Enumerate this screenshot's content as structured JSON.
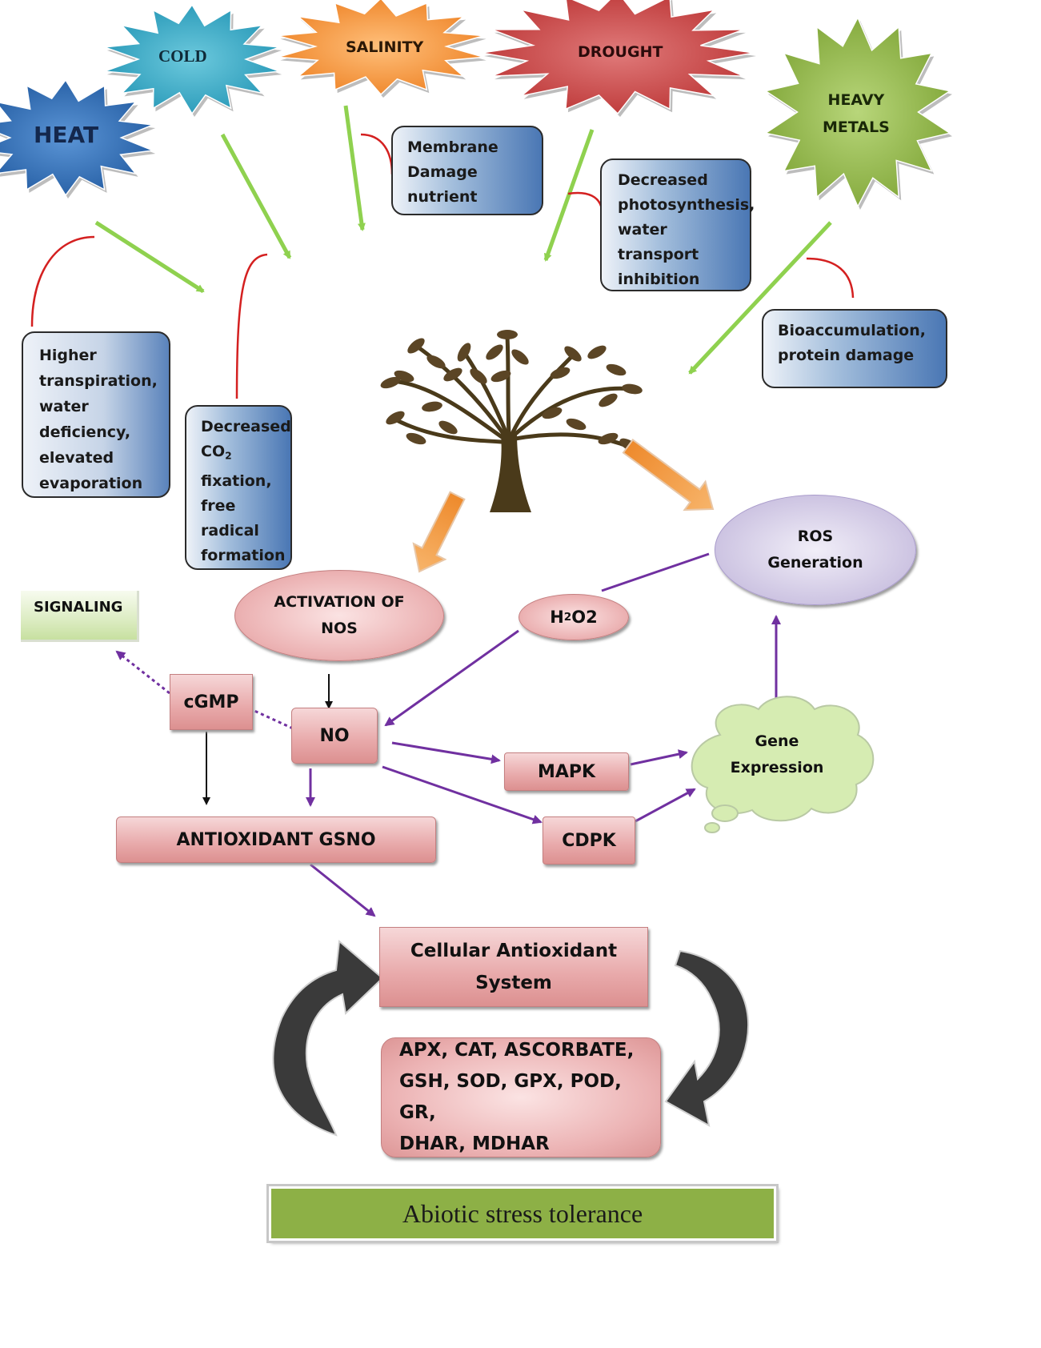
{
  "stressors": {
    "heat": "HEAT",
    "cold": "COLD",
    "salinity": "SALINITY",
    "drought": "DROUGHT",
    "heavy_metals_line1": "HEAVY",
    "heavy_metals_line2": "METALS"
  },
  "effects": {
    "heat": [
      "Higher",
      "transpiration,",
      "water",
      "deficiency,",
      "elevated",
      "evaporation"
    ],
    "cold_line1": "Decreased",
    "cold_co2_main": "CO",
    "cold_co2_sub": "2",
    "cold_rest": [
      "fixation,",
      "free",
      "radical",
      "formation"
    ],
    "salinity": [
      "Membrane",
      "Damage",
      "nutrient"
    ],
    "drought": [
      "Decreased",
      "photosynthesis,",
      "water transport",
      "inhibition"
    ],
    "heavy_metals": [
      "Bioaccumulation,",
      "protein damage"
    ]
  },
  "nodes": {
    "ros_line1": "ROS",
    "ros_line2": "Generation",
    "h2o2_main": "H",
    "h2o2_sub": "2",
    "h2o2_rest": "O2",
    "nos_line1": "ACTIVATION OF",
    "nos_line2": "NOS",
    "signaling": "SIGNALING",
    "cgmp": "cGMP",
    "no": "NO",
    "mapk": "MAPK",
    "cdpk": "CDPK",
    "gene_line1": "Gene",
    "gene_line2": "Expression",
    "gsno": "ANTIOXIDANT GSNO",
    "cellular_line1": "Cellular Antioxidant",
    "cellular_line2": "System",
    "enzymes": [
      "APX, CAT, ASCORBATE,",
      "GSH, SOD, GPX, POD, GR,",
      "DHAR, MDHAR"
    ]
  },
  "footer": "Abiotic stress tolerance",
  "colors": {
    "heat": "#2f6eb4",
    "cold": "#38a9c6",
    "salinity": "#f39a4a",
    "drought": "#cc4b4b",
    "heavy_metals": "#8fb24a",
    "stress_arrow": "#8fd14f",
    "inhibit_line": "#d42020",
    "pathway_arrow": "#7030a0",
    "orange_arrow": "#f29b3c",
    "tree": "#4a3a1a",
    "curved_arrow": "#2f2f2f"
  }
}
